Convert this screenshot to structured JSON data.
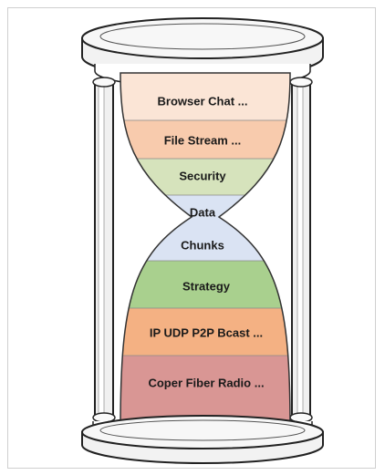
{
  "hourglass": {
    "layers": [
      {
        "label": "Browser Chat ...",
        "color": "#FBE5D6"
      },
      {
        "label": "File Stream  ...",
        "color": "#F8CBAD"
      },
      {
        "label": "Security",
        "color": "#D6E3BC"
      },
      {
        "label": "Data",
        "color": "#DAE3F3"
      },
      {
        "label": "Chunks",
        "color": "#DAE3F3"
      },
      {
        "label": "Strategy",
        "color": "#A9D08E"
      },
      {
        "label": "IP UDP P2P Bcast ...",
        "color": "#F4B183"
      },
      {
        "label": "Coper Fiber Radio ...",
        "color": "#D99694"
      }
    ]
  }
}
